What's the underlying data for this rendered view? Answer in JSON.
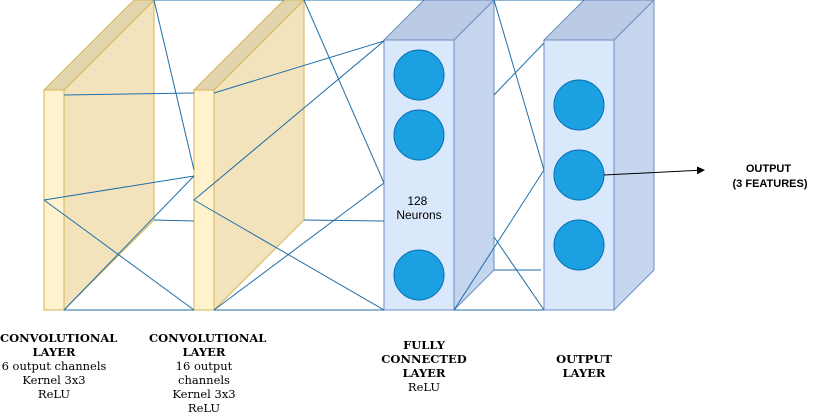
{
  "colors": {
    "conv_front": "#fff2cc",
    "conv_body": "#f2e3bd",
    "conv_top": "#e2d4ac",
    "conv_stroke": "#d6b656",
    "fc_front": "#dae8fc",
    "fc_side": "#c5d5ee",
    "fc_top": "#bccbe5",
    "fc_stroke": "#6c8ebf",
    "neuron": "#1ba1e2",
    "neuron_stroke": "#006eaf",
    "connector": "#1f6fa8",
    "arrow": "#000000"
  },
  "layers": {
    "conv1": {
      "title": "CONVOLUTIONAL LAYER",
      "details": [
        "6 output channels",
        "Kernel 3x3",
        "ReLU"
      ]
    },
    "conv2": {
      "title": "CONVOLUTIONAL LAYER",
      "details": [
        "16 output channels",
        "Kernel 3x3",
        "ReLU"
      ]
    },
    "fc": {
      "title": "FULLY CONNECTED LAYER",
      "details": [
        "ReLU"
      ],
      "neuron_count_text": [
        "128",
        "Neurons"
      ]
    },
    "out": {
      "title": "OUTPUT LAYER",
      "details": []
    }
  },
  "output_label": [
    "OUTPUT",
    "(3 FEATURES)"
  ]
}
